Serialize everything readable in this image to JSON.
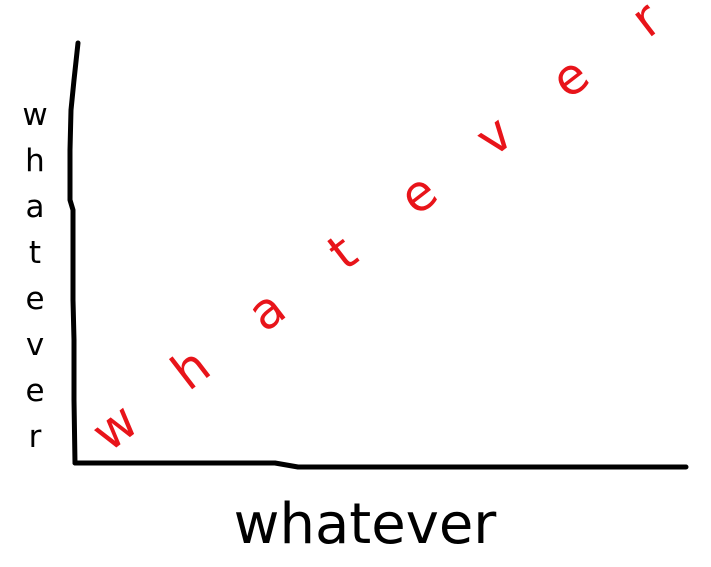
{
  "chart_data": {
    "type": "line",
    "xlabel": "whatever",
    "ylabel": "whatever",
    "series": [
      {
        "text": "whatever",
        "color": "#e8141a"
      }
    ],
    "grid": false,
    "legend": "none"
  },
  "colors": {
    "axis": "#000000",
    "label": "#000000",
    "series": "#e8141a"
  }
}
